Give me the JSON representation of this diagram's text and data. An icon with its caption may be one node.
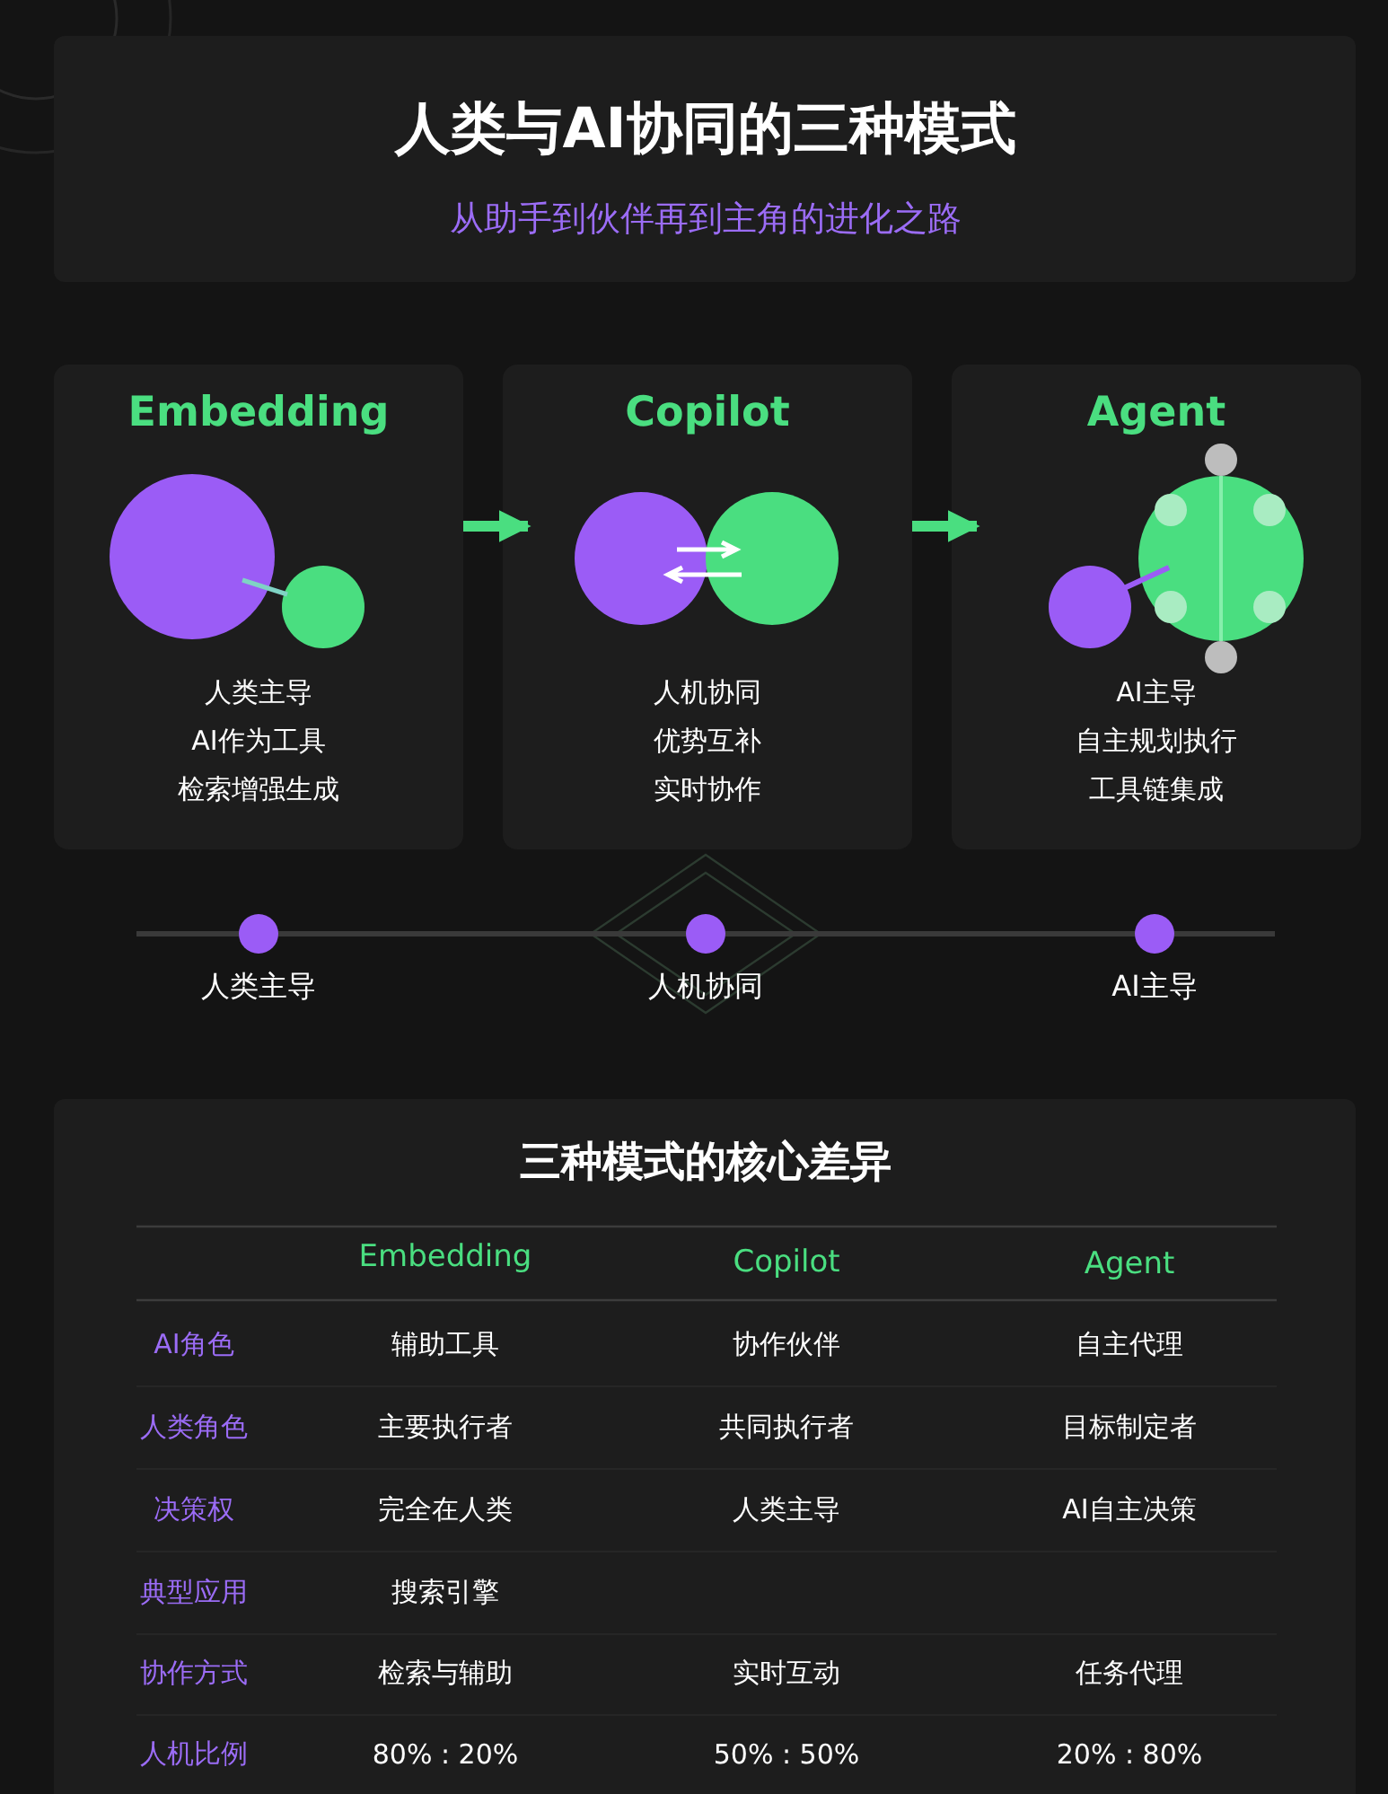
{
  "diagram": {
    "title": "人类与AI协同的三种模式",
    "nodes": [
      {
        "text": [
          "Embedding",
          "人类主导",
          "AI作为工具",
          "检索增强生成"
        ]
      },
      {
        "text": [
          "Copilot",
          "人机协同",
          "优势互补",
          "实时协作"
        ]
      },
      {
        "text": [
          "Agent",
          "AI主导",
          "自主规划执行",
          "工具链集成"
        ]
      }
    ],
    "edges": [
      {
        "from": 0,
        "to": 1,
        "arrow": "to"
      },
      {
        "from": 1,
        "to": 2,
        "arrow": "to"
      }
    ],
    "labels": [
      "从助手到伙伴再到主角的进化之路",
      "人类主导",
      "人机协同",
      "AI主导",
      "三种模式的核心差异",
      "Embedding",
      "Copilot",
      "Agent",
      "AI角色",
      "辅助工具",
      "协作伙伴",
      "自主代理",
      "人类角色",
      "主要执行者",
      "共同执行者",
      "目标制定者",
      "决策权",
      "完全在人类",
      "人类主导",
      "AI自主决策",
      "典型应用",
      "搜索引擎",
      "协作方式",
      "检索与辅助",
      "实时互动",
      "任务代理",
      "人机比例",
      "80% : 20%",
      "50% : 50%",
      "20% : 80%"
    ]
  }
}
